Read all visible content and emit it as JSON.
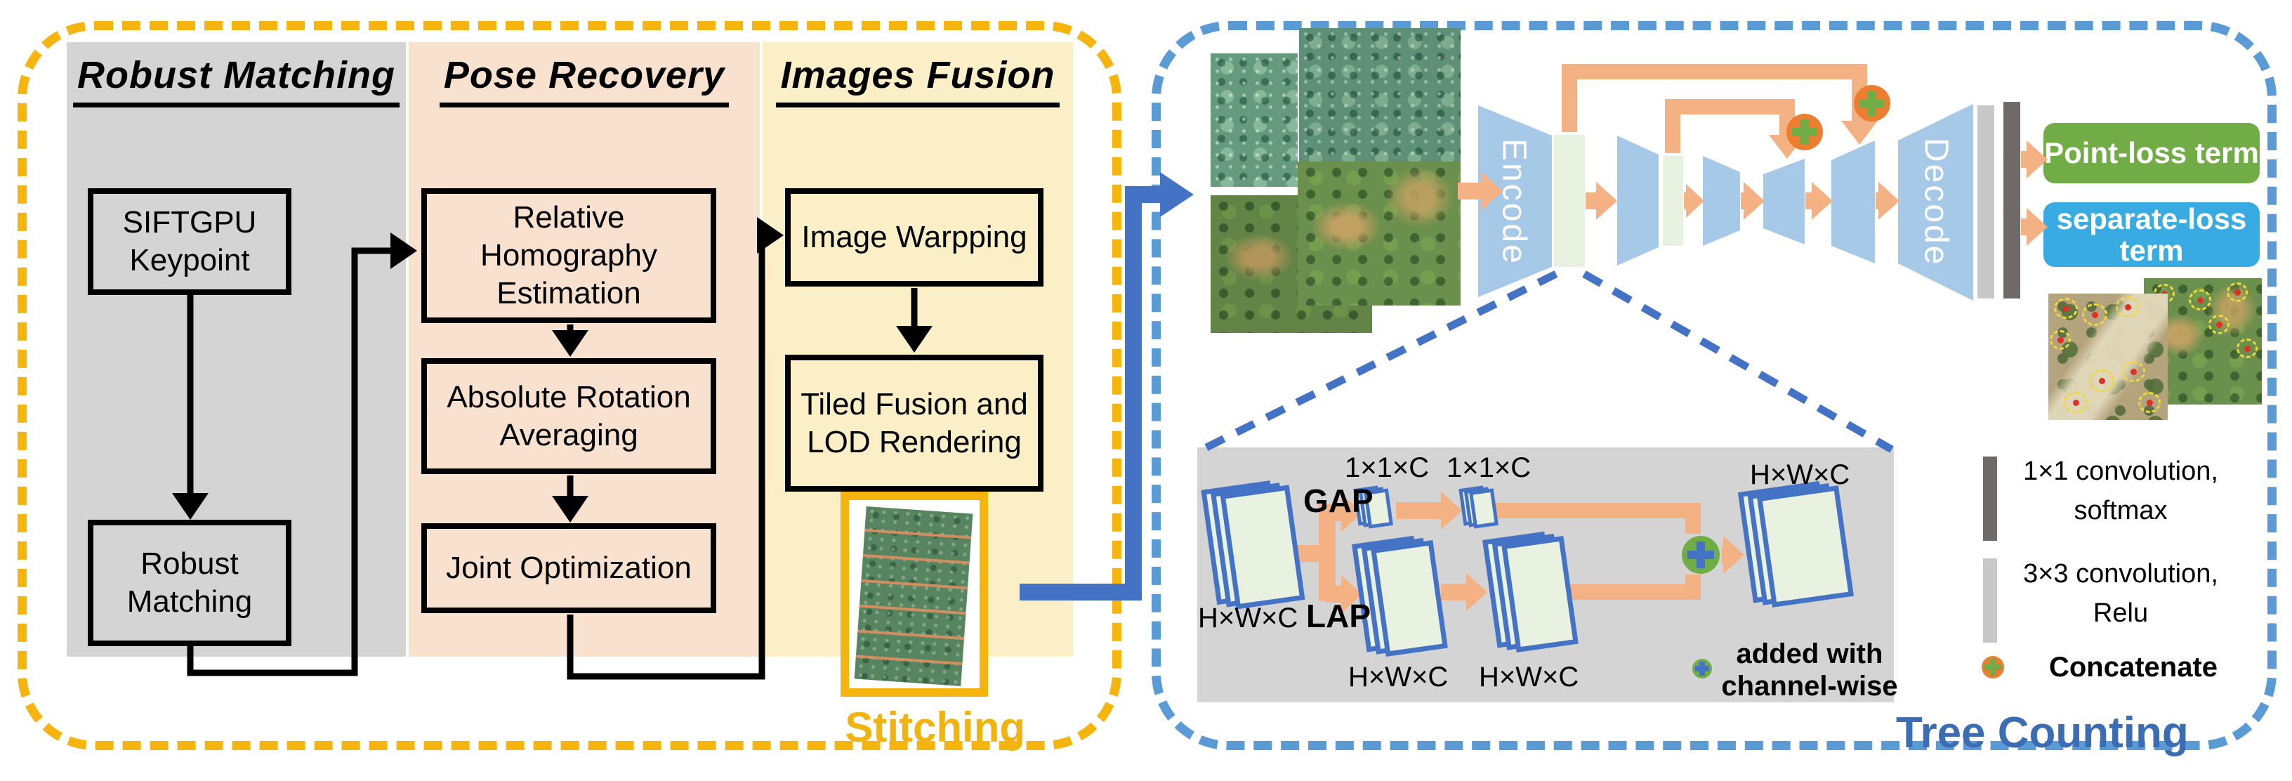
{
  "stitching": {
    "label": "Stitching",
    "columns": [
      {
        "title": "Robust Matching",
        "boxes": [
          "SIFTGPU Keypoint",
          "Robust Matching"
        ]
      },
      {
        "title": "Pose Recovery",
        "boxes": [
          "Relative Homography Estimation",
          "Absolute Rotation Averaging",
          "Joint Optimization"
        ]
      },
      {
        "title": "Images Fusion",
        "boxes": [
          "Image Warpping",
          "Tiled Fusion and LOD Rendering"
        ]
      }
    ]
  },
  "tree_counting": {
    "label": "Tree Counting",
    "encoder_label": "Encode",
    "decoder_label": "Decode",
    "loss_boxes": [
      {
        "text": "Point-loss term",
        "color": "#71AC47"
      },
      {
        "text": "separate-loss term",
        "color": "#38ACE2"
      }
    ],
    "attention_module": {
      "gap_label": "GAP",
      "lap_label": "LAP",
      "input_dim": "H×W×C",
      "gap_dim1": "1×1×C",
      "gap_dim2": "1×1×C",
      "lap_dim1": "H×W×C",
      "lap_dim2": "H×W×C",
      "output_dim": "H×W×C",
      "add_note": "added with channel-wise"
    },
    "legend": [
      {
        "icon": "dark-bar-icon",
        "line1": "1×1 convolution,",
        "line2": "softmax"
      },
      {
        "icon": "light-bar-icon",
        "line1": "3×3 convolution,",
        "line2": "Relu"
      },
      {
        "icon": "concat-circle-icon",
        "line1": "Concatenate",
        "line2": ""
      }
    ]
  },
  "colors": {
    "stitching_border": "#F6B40E",
    "tree_counting_border": "#5B9BD5",
    "connector_blue": "#4472C4",
    "arrow_orange": "#F4B183",
    "trapezoid_blue": "#A7C9E8",
    "feature_green": "#E9F1E0",
    "loss_green": "#71AC47",
    "loss_blue": "#38ACE2",
    "concat_orange": "#ED7D31",
    "add_green": "#70AD47",
    "stitching_text": "#F0B30F",
    "tree_counting_text": "#3C6CB4"
  }
}
